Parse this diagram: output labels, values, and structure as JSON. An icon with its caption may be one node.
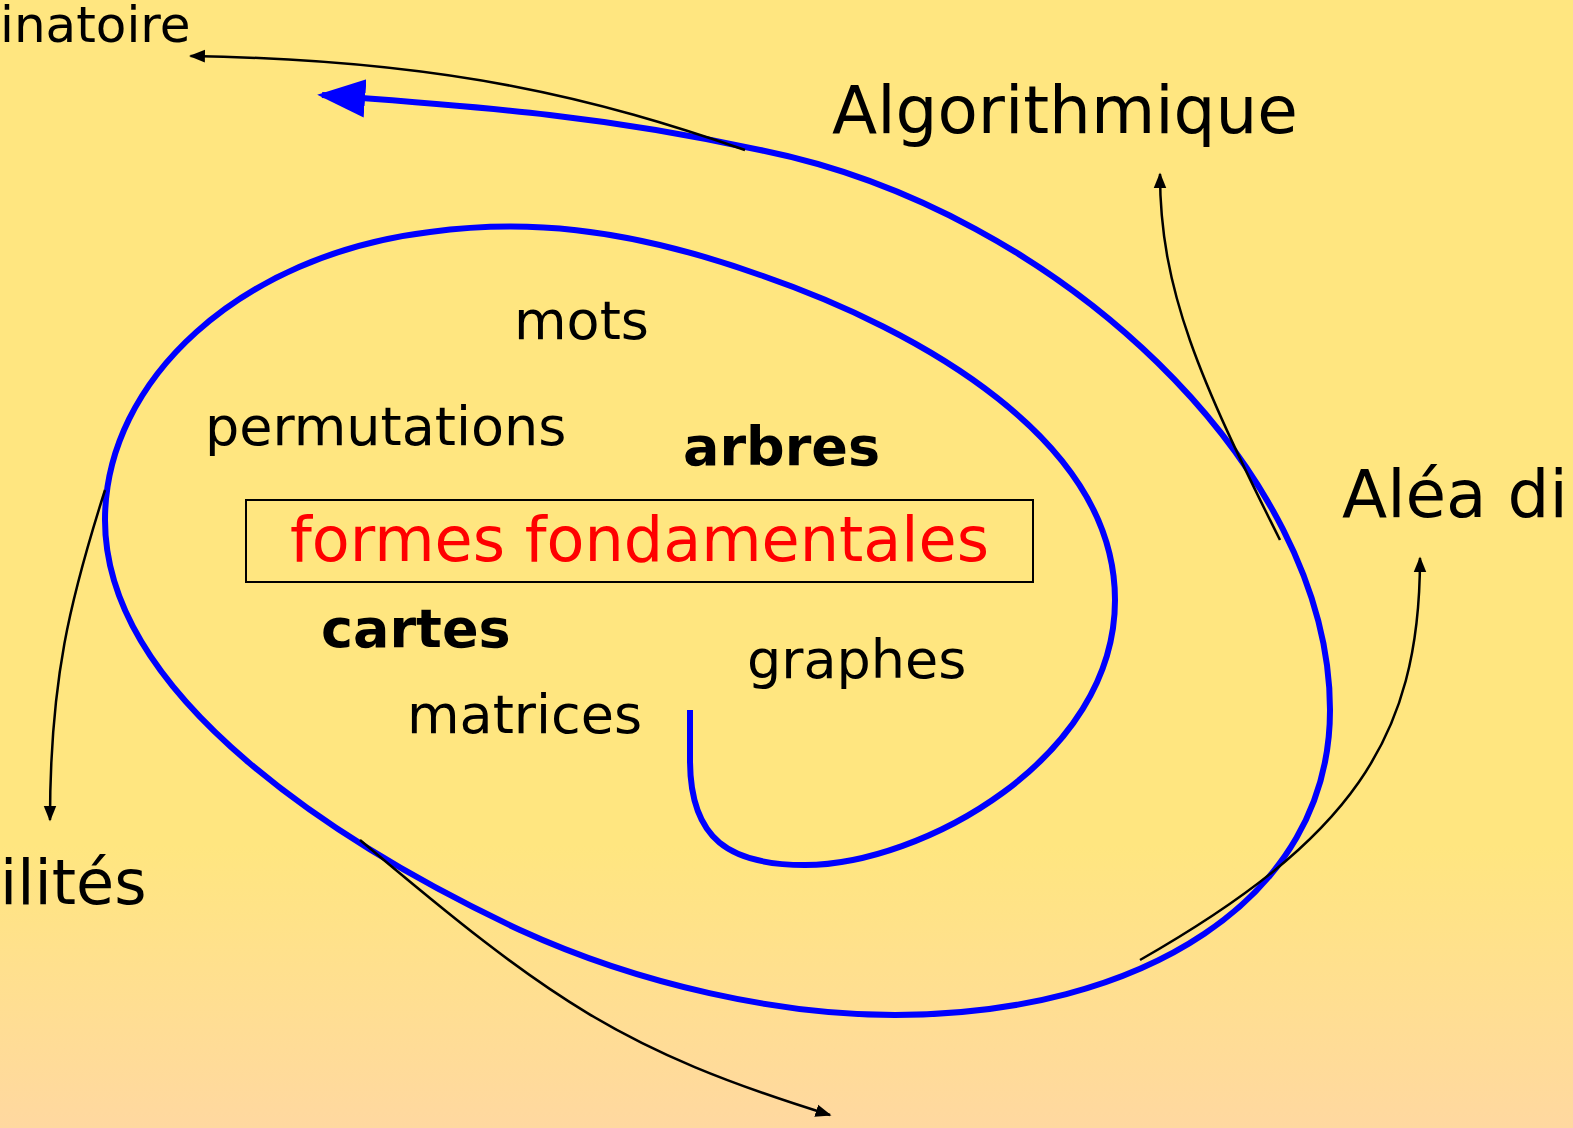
{
  "diagram": {
    "nodes": [
      {
        "text": [
          "inatoire"
        ]
      },
      {
        "text": [
          "Algorithmique"
        ]
      },
      {
        "text": [
          "Aléa di"
        ]
      },
      {
        "text": [
          "ilités"
        ]
      },
      {
        "text": [
          "formes fondamentales"
        ]
      }
    ],
    "edges": [
      {
        "from": null,
        "to": 0,
        "arrow": "to"
      },
      {
        "from": null,
        "to": 1,
        "arrow": "to"
      },
      {
        "from": null,
        "to": 2,
        "arrow": "to"
      },
      {
        "from": null,
        "to": 3,
        "arrow": "to"
      }
    ],
    "labels": [
      "mots",
      "permutations",
      "arbres",
      "cartes",
      "graphes",
      "matrices"
    ]
  }
}
